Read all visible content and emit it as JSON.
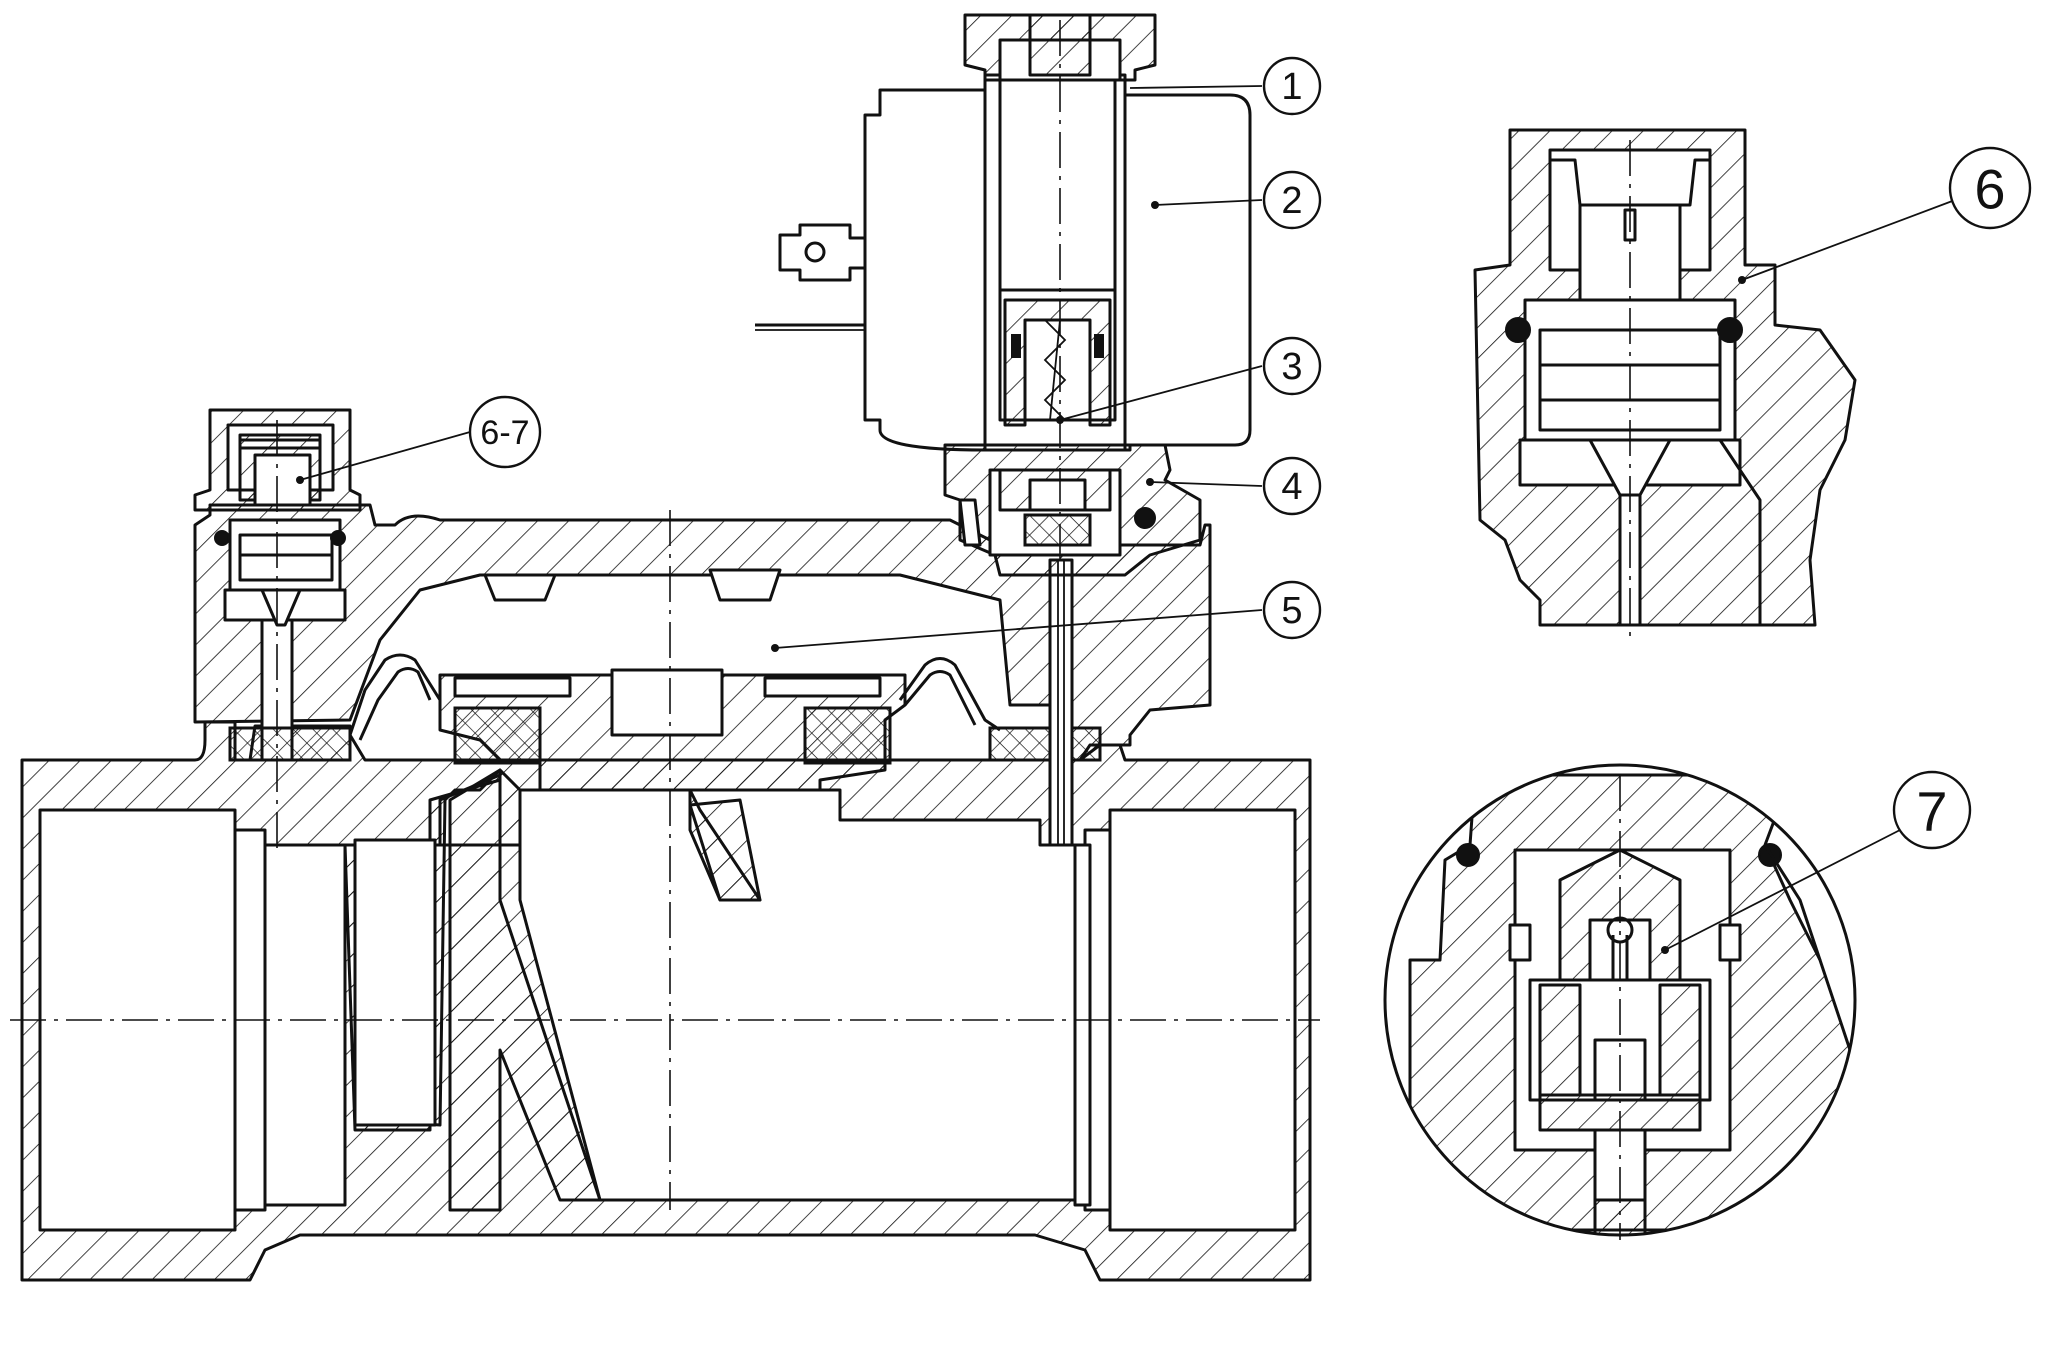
{
  "callouts": {
    "c1": "1",
    "c2": "2",
    "c3": "3",
    "c4": "4",
    "c5": "5",
    "c67": "6-7",
    "c6": "6",
    "c7": "7"
  },
  "colors": {
    "line": "#111111",
    "background": "#ffffff"
  }
}
